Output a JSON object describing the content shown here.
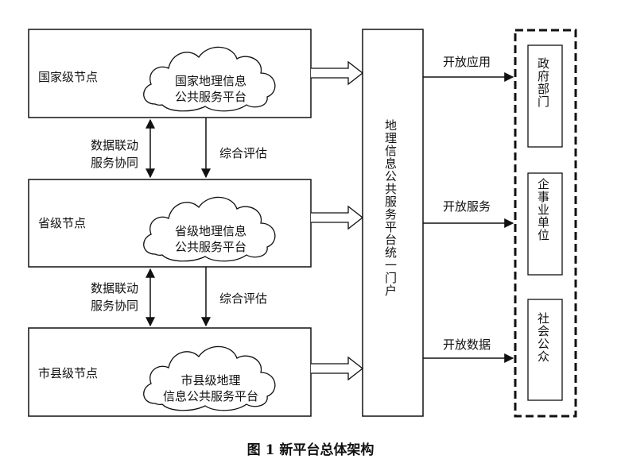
{
  "nodes": {
    "national": {
      "label": "国家级节点",
      "cloud_line1": "国家地理信息",
      "cloud_line2": "公共服务平台"
    },
    "provincial": {
      "label": "省级节点",
      "cloud_line1": "省级地理信息",
      "cloud_line2": "公共服务平台"
    },
    "city": {
      "label": "市县级节点",
      "cloud_line1": "市县级地理",
      "cloud_line2": "信息公共服务平台"
    }
  },
  "links": {
    "sync_line1": "数据联动",
    "sync_line2": "服务协同",
    "evaluation": "综合评估"
  },
  "portal": {
    "label": "地理信息公共服务平台统一门户"
  },
  "outputs": {
    "open_app": "开放应用",
    "open_service": "开放服务",
    "open_data": "开放数据"
  },
  "users": {
    "gov": "政府部门",
    "enterprise": "企事业单位",
    "public": "社会公众"
  },
  "caption": "图 1 新平台总体架构"
}
